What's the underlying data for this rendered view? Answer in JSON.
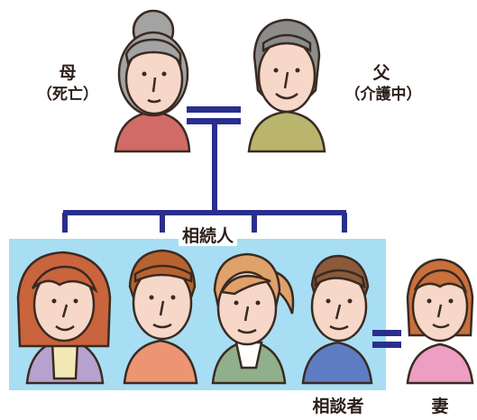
{
  "parents": {
    "mother": {
      "name": "母",
      "status": "（死亡）"
    },
    "father": {
      "name": "父",
      "status": "（介護中）"
    }
  },
  "heirs": {
    "group_label": "相続人",
    "members": [
      {
        "role": "heir-daughter-1"
      },
      {
        "role": "heir-son-1"
      },
      {
        "role": "heir-daughter-2"
      },
      {
        "role": "heir-son-consulter",
        "label": "相談者"
      }
    ]
  },
  "spouse": {
    "label": "妻"
  },
  "colors": {
    "line": "#2a2e8c",
    "group_background": "#a8def3",
    "skin": "#f6d7c8",
    "outline": "#3a2a22"
  }
}
